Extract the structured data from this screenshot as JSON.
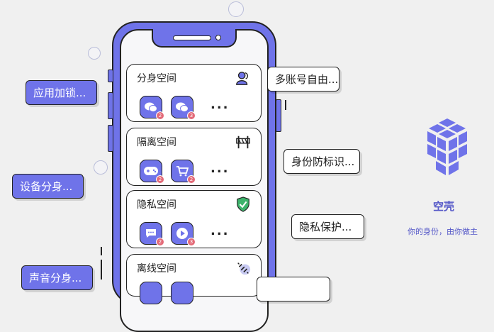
{
  "tags": {
    "app_lock": "应用加锁...",
    "device_clone": "设备分身...",
    "voice_clone": "声音分身...",
    "multi_account": "多账号自由...",
    "identity_guard": "身份防标识...",
    "privacy_protect": "隐私保护..."
  },
  "cards": [
    {
      "title": "分身空间",
      "icon": "user-icon",
      "apps": [
        "wechat-icon",
        "wechat-icon"
      ],
      "badges": [
        "2",
        "3"
      ],
      "more": "..."
    },
    {
      "title": "隔离空间",
      "icon": "barrier-icon",
      "apps": [
        "gamepad-icon",
        "cart-icon"
      ],
      "badges": [
        "2",
        "2"
      ],
      "more": "..."
    },
    {
      "title": "隐私空间",
      "icon": "shield-check-icon",
      "apps": [
        "chat-bubble-icon",
        "play-icon"
      ],
      "badges": [
        "2",
        "3"
      ],
      "more": "..."
    },
    {
      "title": "离线空间",
      "icon": "broken-link-icon",
      "apps": [],
      "badges": [],
      "more": ""
    }
  ],
  "brand": {
    "name": "空壳",
    "slogan": "你的身份，由你做主",
    "color": "#6f73e9"
  }
}
